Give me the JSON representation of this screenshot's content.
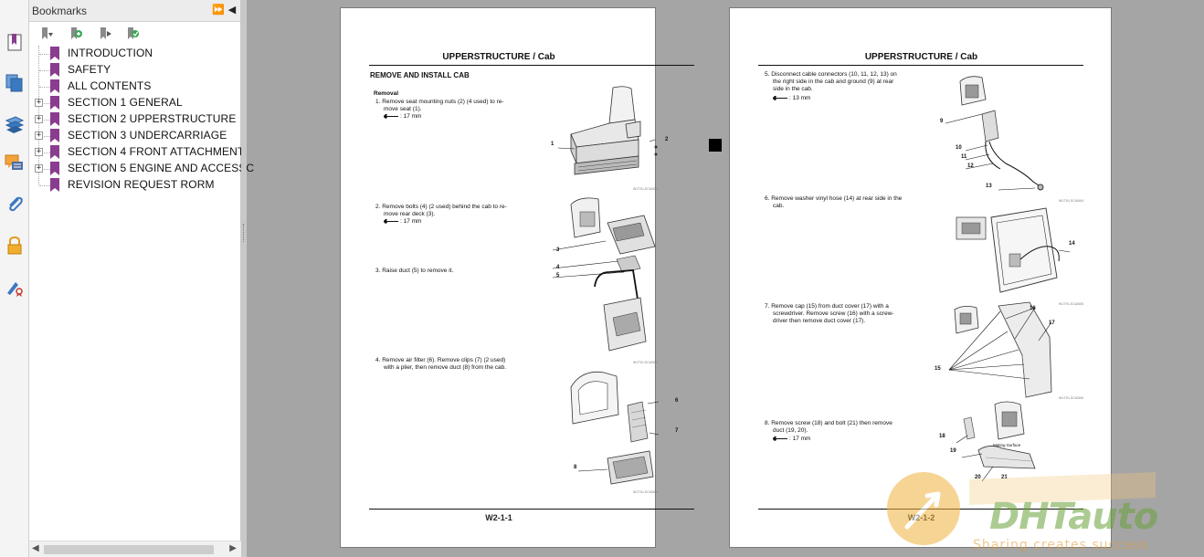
{
  "bookmarks_panel": {
    "title": "Bookmarks",
    "expand_symbol": "⏩",
    "collapse_symbol": "◀",
    "items": [
      {
        "label": "INTRODUCTION",
        "expandable": false
      },
      {
        "label": "SAFETY",
        "expandable": false
      },
      {
        "label": "ALL CONTENTS",
        "expandable": false
      },
      {
        "label": "SECTION 1 GENERAL",
        "expandable": true
      },
      {
        "label": "SECTION 2 UPPERSTRUCTURE",
        "expandable": true
      },
      {
        "label": "SECTION 3 UNDERCARRIAGE",
        "expandable": true
      },
      {
        "label": "SECTION 4 FRONT ATTACHMENT",
        "expandable": true
      },
      {
        "label": "SECTION 5 ENGINE AND ACCESSC",
        "expandable": true
      },
      {
        "label": "REVISION REQUEST RORM",
        "expandable": false
      }
    ],
    "toolbar_icons": [
      "bookmark-options-icon",
      "new-bookmark-icon",
      "expand-bookmark-icon",
      "find-bookmark-icon"
    ],
    "scroll_left": "◀",
    "scroll_right": "▶"
  },
  "side_icons": [
    "bookmarks-icon",
    "pages-icon",
    "layers-icon",
    "comments-icon",
    "attachments-icon",
    "security-icon",
    "signatures-icon"
  ],
  "page_left": {
    "header": "UPPERSTRUCTURE / Cab",
    "section_title": "REMOVE AND INSTALL CAB",
    "subheading": "Removal",
    "steps": [
      {
        "text1": "1.  Remove seat mounting nuts (2) (4 used) to re-",
        "text2": "move seat (1).",
        "torque": ": 17 mm"
      },
      {
        "text1": "2.  Remove bolts (4) (2 used) behind the cab to re-",
        "text2": "move rear deck (3).",
        "torque": ": 17 mm"
      },
      {
        "text1": "3.  Raise duct (5) to remove it.",
        "text2": "",
        "torque": ""
      },
      {
        "text1": "4.  Remove air filter (6). Remove clips (7) (2 used)",
        "text2": "with a plier, then remove duct (8) from the cab.",
        "torque": ""
      }
    ],
    "callouts": [
      "1",
      "2",
      "3",
      "4",
      "5",
      "6",
      "7",
      "8"
    ],
    "footer": "W2-1-1"
  },
  "page_right": {
    "header": "UPPERSTRUCTURE / Cab",
    "steps": [
      {
        "text1": "5.  Disconnect cable connectors (10, 11, 12, 13) on",
        "text2": "the right side in the cab and ground (9) at rear",
        "text3": "side in the cab.",
        "torque": ": 13 mm"
      },
      {
        "text1": "6.  Remove washer vinyl hose (14) at rear side in the",
        "text2": "cab.",
        "text3": "",
        "torque": ""
      },
      {
        "text1": "7.  Remove cap (15) from duct cover (17) with a",
        "text2": "screwdriver. Remove screw (16) with a screw-",
        "text3": "driver then remove duct cover (17).",
        "torque": ""
      },
      {
        "text1": "8.  Remove screw (18) and bolt (21) then remove",
        "text2": "duct (19, 20).",
        "text3": "",
        "torque": ": 17 mm"
      }
    ],
    "callouts": [
      "9",
      "10",
      "11",
      "12",
      "13",
      "14",
      "15",
      "16",
      "17",
      "18",
      "19",
      "20",
      "21"
    ],
    "mating_surface": "Mating Surface",
    "footer": "W2-1-2"
  },
  "watermark": {
    "brand": "DHTauto",
    "tagline": "Sharing creates success"
  },
  "colors": {
    "bookmark_purple": "#8a3d8f",
    "viewer_bg": "#a5a5a5",
    "panel_bg": "#ffffff",
    "watermark_green": "#6aa23a",
    "watermark_orange": "#e39a2f"
  }
}
